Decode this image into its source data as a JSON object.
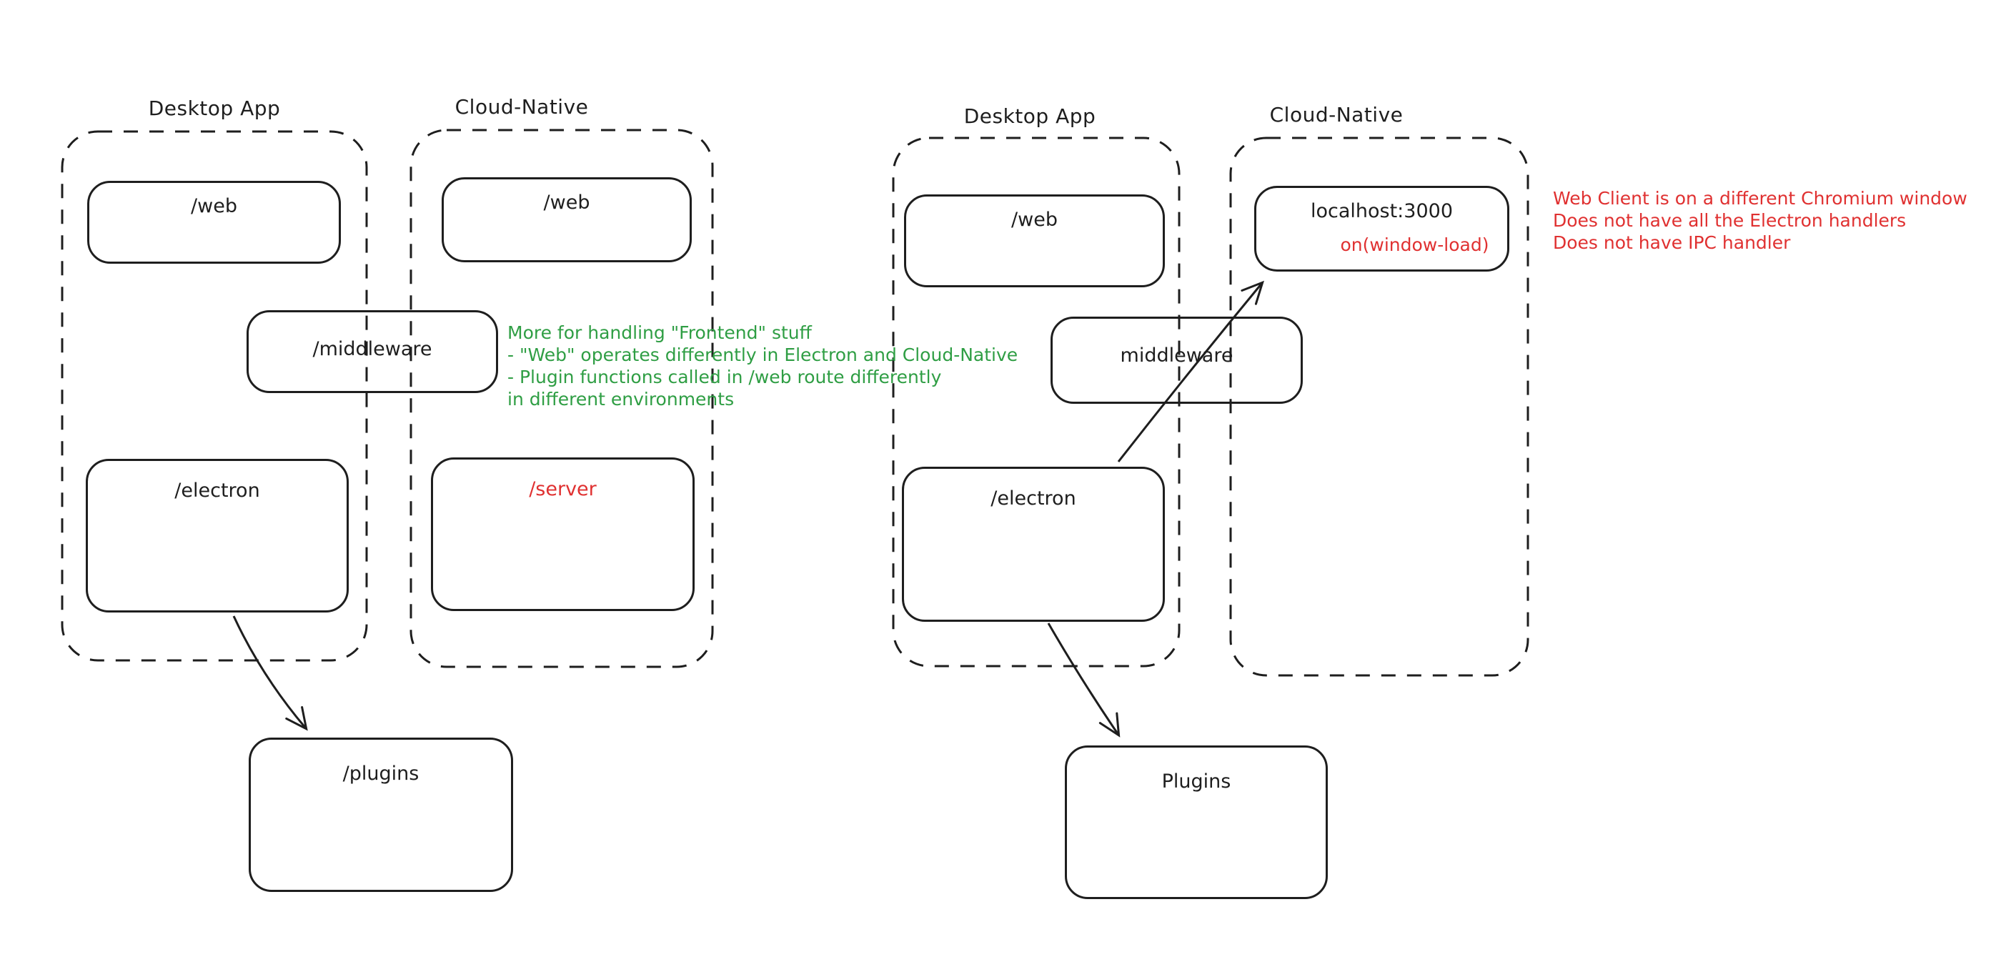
{
  "left": {
    "desktop_label": "Desktop App",
    "cloud_label": "Cloud-Native",
    "boxes": {
      "web_desktop": "/web",
      "web_cloud": "/web",
      "middleware": "/middleware",
      "electron": "/electron",
      "server": "/server",
      "plugins": "/plugins"
    },
    "note": {
      "lines": [
        "More for handling \"Frontend\" stuff",
        "- \"Web\" operates differently in Electron and Cloud-Native",
        "- Plugin functions called in /web route differently",
        "in different environments"
      ]
    }
  },
  "right": {
    "desktop_label": "Desktop App",
    "cloud_label": "Cloud-Native",
    "boxes": {
      "web": "/web",
      "middleware": "middleware",
      "electron": "/electron",
      "localhost": "localhost:3000",
      "localhost_event": "on(window-load)",
      "plugins": "Plugins"
    },
    "note": {
      "lines": [
        "Web Client is on a different Chromium window",
        "Does not have all the Electron handlers",
        "Does not have IPC handler"
      ]
    }
  },
  "colors": {
    "stroke": "#1e1e1e",
    "green": "#2f9e44",
    "red": "#e03131",
    "background": "#ffffff"
  }
}
